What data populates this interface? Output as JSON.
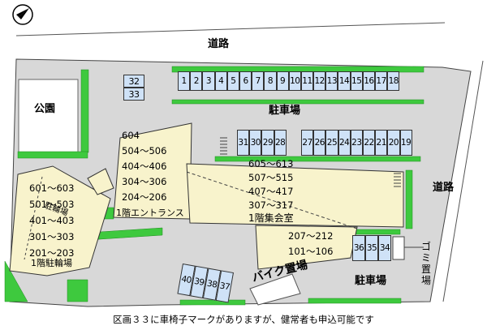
{
  "colors": {
    "site_gray": "#d8d8d8",
    "building": "#f8f3cc",
    "green": "#3ec93e",
    "stall": "#cfe2f7"
  },
  "compass": {
    "icon": "north-arrow-icon"
  },
  "map": {
    "road_top": "道路",
    "road_right": "道路",
    "park": "公園",
    "parking_north": "駐車場",
    "parking_south": "駐車場",
    "bike_parking": "バイク置場",
    "garbage": "ゴミ置場",
    "entrance": "1階エントランス",
    "meeting_room": "1階集会室",
    "bicycle_parking_1f": "1階駐輪場",
    "bicycle_parking": "駐輪場"
  },
  "stalls": {
    "top_row": [
      "1",
      "2",
      "3",
      "4",
      "5",
      "6",
      "7",
      "8",
      "9",
      "10",
      "11",
      "12",
      "13",
      "14",
      "15",
      "16",
      "17",
      "18"
    ],
    "mid_left": [
      "31",
      "30",
      "29",
      "28"
    ],
    "mid_right": [
      "27",
      "26",
      "25",
      "24",
      "23",
      "22",
      "21",
      "20",
      "19"
    ],
    "left_col": [
      "32",
      "33"
    ],
    "bottom_right": [
      "36",
      "35",
      "34"
    ],
    "bottom_left": [
      "40",
      "39",
      "38",
      "37"
    ]
  },
  "units": {
    "left_wing": [
      "601～603",
      "501～503",
      "401～403",
      "301～303",
      "201～203"
    ],
    "center_tower": [
      "604",
      "504～506",
      "404～406",
      "304～306",
      "204～206"
    ],
    "east_wing": [
      "605～613",
      "507～515",
      "407～417",
      "307～317"
    ],
    "south_wing": [
      "207～212",
      "101～106"
    ]
  },
  "caption": "区画３３に車椅子マークがありますが、健常者も申込可能です"
}
